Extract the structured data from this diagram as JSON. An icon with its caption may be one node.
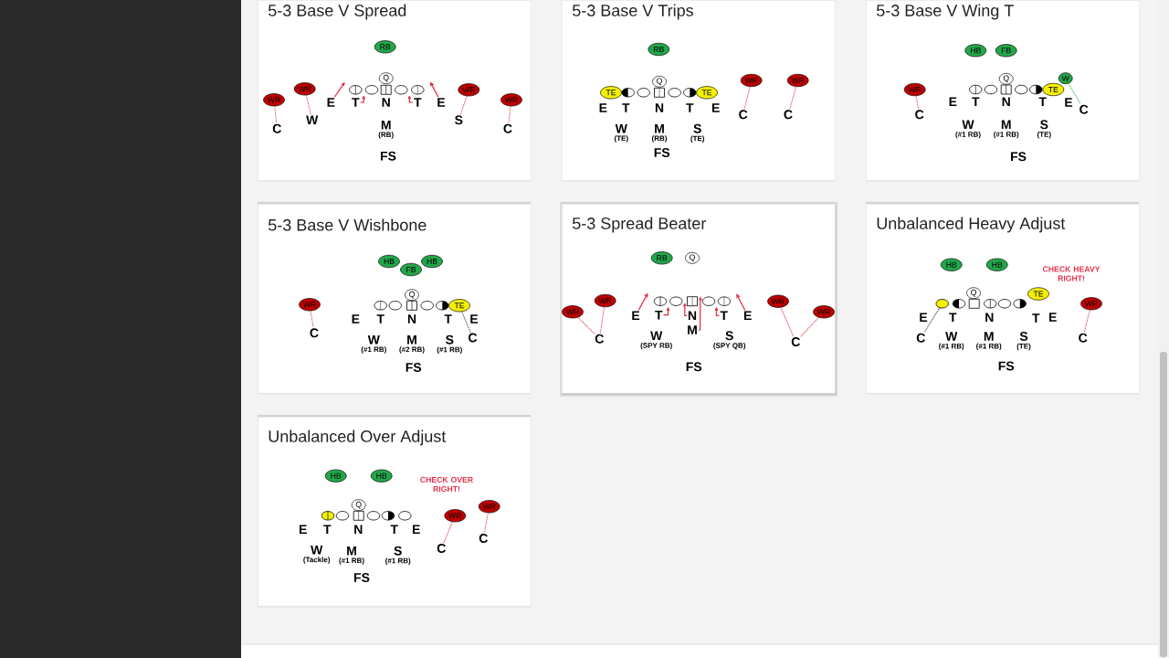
{
  "diagram": {
    "nodes": [
      {
        "text": [
          "5-3 Base V Spread"
        ]
      },
      {
        "text": [
          "RB"
        ],
        "in": 0
      },
      {
        "text": [
          "Q"
        ],
        "in": 0
      },
      {
        "text": [
          "WR"
        ],
        "in": 0
      },
      {
        "text": [
          "WR"
        ],
        "in": 0
      },
      {
        "text": [],
        "shape": "ellipse",
        "in": 0
      },
      {
        "text": [],
        "shape": "ellipse",
        "in": 0
      },
      {
        "text": [],
        "shape": "box",
        "in": 0
      },
      {
        "text": [],
        "shape": "ellipse",
        "in": 0
      },
      {
        "text": [],
        "shape": "ellipse",
        "in": 0
      },
      {
        "text": [
          "WR"
        ],
        "in": 0
      },
      {
        "text": [
          "WR"
        ],
        "in": 0
      },
      {
        "text": [
          "E"
        ],
        "in": 0
      },
      {
        "text": [
          "T"
        ],
        "in": 0
      },
      {
        "text": [
          "N"
        ],
        "in": 0
      },
      {
        "text": [
          "T"
        ],
        "in": 0
      },
      {
        "text": [
          "E"
        ],
        "in": 0
      },
      {
        "text": [
          "C"
        ],
        "in": 0
      },
      {
        "text": [
          "W"
        ],
        "in": 0
      },
      {
        "text": [
          "M"
        ],
        "beside": [
          "(RB)"
        ],
        "in": 0
      },
      {
        "text": [
          "S"
        ],
        "in": 0
      },
      {
        "text": [
          "C"
        ],
        "in": 0
      },
      {
        "text": [
          "FS"
        ],
        "in": 0
      },
      {
        "text": [
          "5-3 Base V Trips"
        ]
      },
      {
        "text": [
          "RB"
        ],
        "in": 23
      },
      {
        "text": [
          "Q"
        ],
        "in": 23
      },
      {
        "text": [
          "WR"
        ],
        "in": 23
      },
      {
        "text": [
          "WR"
        ],
        "in": 23
      },
      {
        "text": [
          "TE"
        ],
        "in": 23
      },
      {
        "text": [],
        "shape": "ellipse",
        "in": 23
      },
      {
        "text": [],
        "shape": "ellipse",
        "in": 23
      },
      {
        "text": [],
        "shape": "box",
        "in": 23
      },
      {
        "text": [],
        "shape": "ellipse",
        "in": 23
      },
      {
        "text": [],
        "shape": "ellipse",
        "in": 23
      },
      {
        "text": [
          "TE"
        ],
        "in": 23
      },
      {
        "text": [
          "E"
        ],
        "in": 23
      },
      {
        "text": [
          "T"
        ],
        "in": 23
      },
      {
        "text": [
          "N"
        ],
        "in": 23
      },
      {
        "text": [
          "T"
        ],
        "in": 23
      },
      {
        "text": [
          "E"
        ],
        "in": 23
      },
      {
        "text": [
          "C"
        ],
        "in": 23
      },
      {
        "text": [
          "C"
        ],
        "in": 23
      },
      {
        "text": [
          "W"
        ],
        "beside": [
          "(TE)"
        ],
        "in": 23
      },
      {
        "text": [
          "M"
        ],
        "beside": [
          "(RB)"
        ],
        "in": 23
      },
      {
        "text": [
          "S"
        ],
        "beside": [
          "(TE)"
        ],
        "in": 23
      },
      {
        "text": [
          "FS"
        ],
        "in": 23
      },
      {
        "text": [
          "5-3 Base V Wing T"
        ]
      },
      {
        "text": [
          "HB"
        ],
        "in": 46
      },
      {
        "text": [
          "FB"
        ],
        "in": 46
      },
      {
        "text": [
          "W"
        ],
        "in": 46
      },
      {
        "text": [
          "Q"
        ],
        "in": 46
      },
      {
        "text": [
          "WR"
        ],
        "in": 46
      },
      {
        "text": [],
        "shape": "ellipse",
        "in": 46
      },
      {
        "text": [],
        "shape": "ellipse",
        "in": 46
      },
      {
        "text": [],
        "shape": "box",
        "in": 46
      },
      {
        "text": [],
        "shape": "ellipse",
        "in": 46
      },
      {
        "text": [],
        "shape": "ellipse",
        "in": 46
      },
      {
        "text": [
          "TE"
        ],
        "in": 46
      },
      {
        "text": [
          "E"
        ],
        "in": 46
      },
      {
        "text": [
          "T"
        ],
        "in": 46
      },
      {
        "text": [
          "N"
        ],
        "in": 46
      },
      {
        "text": [
          "T"
        ],
        "in": 46
      },
      {
        "text": [
          "E"
        ],
        "in": 46
      },
      {
        "text": [
          "C"
        ],
        "in": 46
      },
      {
        "text": [
          "C"
        ],
        "in": 46
      },
      {
        "text": [
          "W"
        ],
        "beside": [
          "(#1 RB)"
        ],
        "in": 46
      },
      {
        "text": [
          "M"
        ],
        "beside": [
          "(#1 RB)"
        ],
        "in": 46
      },
      {
        "text": [
          "S"
        ],
        "beside": [
          "(TE)"
        ],
        "in": 46
      },
      {
        "text": [
          "FS"
        ],
        "in": 46
      },
      {
        "text": [
          "5-3 Base V Wishbone"
        ]
      },
      {
        "text": [
          "HB"
        ],
        "in": 69
      },
      {
        "text": [
          "HB"
        ],
        "in": 69
      },
      {
        "text": [
          "FB"
        ],
        "in": 69
      },
      {
        "text": [
          "Q"
        ],
        "in": 69
      },
      {
        "text": [
          "WR"
        ],
        "in": 69
      },
      {
        "text": [],
        "shape": "ellipse",
        "in": 69
      },
      {
        "text": [],
        "shape": "ellipse",
        "in": 69
      },
      {
        "text": [],
        "shape": "box",
        "in": 69
      },
      {
        "text": [],
        "shape": "ellipse",
        "in": 69
      },
      {
        "text": [],
        "shape": "ellipse",
        "in": 69
      },
      {
        "text": [
          "TE"
        ],
        "in": 69
      },
      {
        "text": [
          "E"
        ],
        "in": 69
      },
      {
        "text": [
          "T"
        ],
        "in": 69
      },
      {
        "text": [
          "N"
        ],
        "in": 69
      },
      {
        "text": [
          "T"
        ],
        "in": 69
      },
      {
        "text": [
          "E"
        ],
        "in": 69
      },
      {
        "text": [
          "C"
        ],
        "in": 69
      },
      {
        "text": [
          "C"
        ],
        "in": 69
      },
      {
        "text": [
          "W"
        ],
        "beside": [
          "(#1 RB)"
        ],
        "in": 69
      },
      {
        "text": [
          "M"
        ],
        "beside": [
          "(#2 RB)"
        ],
        "in": 69
      },
      {
        "text": [
          "S"
        ],
        "beside": [
          "(#1 RB)"
        ],
        "in": 69
      },
      {
        "text": [
          "FS"
        ],
        "in": 69
      },
      {
        "text": [
          "5-3 Spread Beater"
        ]
      },
      {
        "text": [
          "RB"
        ],
        "in": 92
      },
      {
        "text": [
          "Q"
        ],
        "in": 92
      },
      {
        "text": [
          "WR"
        ],
        "in": 92
      },
      {
        "text": [],
        "shape": "ellipse",
        "in": 92
      },
      {
        "text": [],
        "shape": "ellipse",
        "in": 92
      },
      {
        "text": [],
        "shape": "box",
        "in": 92
      },
      {
        "text": [],
        "shape": "ellipse",
        "in": 92
      },
      {
        "text": [],
        "shape": "ellipse",
        "in": 92
      },
      {
        "text": [
          "WR"
        ],
        "in": 92
      },
      {
        "text": [
          "WR"
        ],
        "in": 92
      },
      {
        "text": [
          "WR"
        ],
        "in": 92
      },
      {
        "text": [
          "E"
        ],
        "in": 92
      },
      {
        "text": [
          "T"
        ],
        "in": 92
      },
      {
        "text": [
          "N"
        ],
        "in": 92
      },
      {
        "text": [
          "T"
        ],
        "in": 92
      },
      {
        "text": [
          "E"
        ],
        "in": 92
      },
      {
        "text": [
          "M"
        ],
        "in": 92
      },
      {
        "text": [
          "W"
        ],
        "beside": [
          "(SPY RB)"
        ],
        "in": 92
      },
      {
        "text": [
          "S"
        ],
        "beside": [
          "(SPY QB)"
        ],
        "in": 92
      },
      {
        "text": [
          "C"
        ],
        "in": 92
      },
      {
        "text": [
          "C"
        ],
        "in": 92
      },
      {
        "text": [
          "FS"
        ],
        "in": 92
      },
      {
        "text": [
          "Unbalanced Heavy Adjust",
          "CHECK HEAVY RIGHT!"
        ]
      },
      {
        "text": [
          "HB"
        ],
        "in": 115
      },
      {
        "text": [
          "HB"
        ],
        "in": 115
      },
      {
        "text": [
          "Q"
        ],
        "in": 115
      },
      {
        "text": [
          "TE"
        ],
        "in": 115
      },
      {
        "text": [],
        "shape": "ellipse",
        "in": 115
      },
      {
        "text": [],
        "shape": "ellipse",
        "in": 115
      },
      {
        "text": [],
        "shape": "box",
        "in": 115
      },
      {
        "text": [],
        "shape": "ellipse",
        "in": 115
      },
      {
        "text": [],
        "shape": "ellipse",
        "in": 115
      },
      {
        "text": [],
        "shape": "ellipse",
        "in": 115
      },
      {
        "text": [
          "WR"
        ],
        "in": 115
      },
      {
        "text": [
          "E"
        ],
        "in": 115
      },
      {
        "text": [
          "T"
        ],
        "in": 115
      },
      {
        "text": [
          "N"
        ],
        "in": 115
      },
      {
        "text": [
          "T"
        ],
        "in": 115
      },
      {
        "text": [
          "E"
        ],
        "in": 115
      },
      {
        "text": [
          "C"
        ],
        "in": 115
      },
      {
        "text": [
          "W"
        ],
        "beside": [
          "(#1 RB)"
        ],
        "in": 115
      },
      {
        "text": [
          "M"
        ],
        "beside": [
          "(#1 RB)"
        ],
        "in": 115
      },
      {
        "text": [
          "S"
        ],
        "beside": [
          "(TE)"
        ],
        "in": 115
      },
      {
        "text": [
          "C"
        ],
        "in": 115
      },
      {
        "text": [
          "FS"
        ],
        "in": 115
      },
      {
        "text": [
          "Unbalanced Over Adjust",
          "CHECK OVER RIGHT!"
        ]
      },
      {
        "text": [
          "HB"
        ],
        "in": 138
      },
      {
        "text": [
          "HB"
        ],
        "in": 138
      },
      {
        "text": [
          "Q"
        ],
        "in": 138
      },
      {
        "text": [
          "WR"
        ],
        "in": 138
      },
      {
        "text": [],
        "shape": "ellipse",
        "in": 138
      },
      {
        "text": [],
        "shape": "ellipse",
        "in": 138
      },
      {
        "text": [],
        "shape": "box",
        "in": 138
      },
      {
        "text": [],
        "shape": "ellipse",
        "in": 138
      },
      {
        "text": [],
        "shape": "ellipse",
        "in": 138
      },
      {
        "text": [],
        "shape": "ellipse",
        "in": 138
      },
      {
        "text": [
          "WR"
        ],
        "in": 138
      },
      {
        "text": [
          "E"
        ],
        "in": 138
      },
      {
        "text": [
          "T"
        ],
        "in": 138
      },
      {
        "text": [
          "N"
        ],
        "in": 138
      },
      {
        "text": [
          "T"
        ],
        "in": 138
      },
      {
        "text": [
          "E"
        ],
        "in": 138
      },
      {
        "text": [
          "C"
        ],
        "in": 138
      },
      {
        "text": [
          "C"
        ],
        "in": 138
      },
      {
        "text": [
          "W"
        ],
        "beside": [
          "(Tackle)"
        ],
        "in": 138
      },
      {
        "text": [
          "M"
        ],
        "beside": [
          "(#1 RB)"
        ],
        "in": 138
      },
      {
        "text": [
          "S"
        ],
        "beside": [
          "(#1 RB)"
        ],
        "in": 138
      },
      {
        "text": [
          "FS"
        ],
        "in": 138
      }
    ],
    "edges": [
      {
        "from": 12,
        "to": null,
        "arrow": "to"
      },
      {
        "from": 16,
        "to": null,
        "arrow": "to"
      },
      {
        "from": 13,
        "to": null,
        "arrow": "to"
      },
      {
        "from": 15,
        "to": null,
        "arrow": "to"
      },
      {
        "from": 3,
        "to": 17,
        "arrow": "none",
        "style": "dashed"
      },
      {
        "from": 4,
        "to": 18,
        "arrow": "none",
        "style": "dashed"
      },
      {
        "from": 10,
        "to": 20,
        "arrow": "none",
        "style": "dashed"
      },
      {
        "from": 11,
        "to": 21,
        "arrow": "none",
        "style": "dashed"
      },
      {
        "from": 26,
        "to": 40,
        "arrow": "none",
        "style": "dashed"
      },
      {
        "from": 27,
        "to": 41,
        "arrow": "none",
        "style": "dashed"
      },
      {
        "from": 51,
        "to": 64,
        "arrow": "none",
        "style": "dashed"
      },
      {
        "from": 49,
        "to": 63,
        "arrow": "none",
        "style": "dashed",
        "color": "#2ea84f"
      },
      {
        "from": 74,
        "to": 86,
        "arrow": "none",
        "style": "dashed"
      },
      {
        "from": 80,
        "to": 87,
        "arrow": "none",
        "style": "dashed",
        "color": "#333333"
      },
      {
        "from": 102,
        "to": 112,
        "arrow": "none",
        "style": "dashed"
      },
      {
        "from": 95,
        "to": 112,
        "arrow": "none",
        "style": "dashed"
      },
      {
        "from": 101,
        "to": 113,
        "arrow": "none",
        "style": "dashed"
      },
      {
        "from": 103,
        "to": 113,
        "arrow": "none",
        "style": "dashed"
      },
      {
        "from": 104,
        "to": null,
        "arrow": "to"
      },
      {
        "from": 108,
        "to": null,
        "arrow": "to"
      },
      {
        "from": 105,
        "to": null,
        "arrow": "to"
      },
      {
        "from": 106,
        "to": null,
        "arrow": "to"
      },
      {
        "from": 107,
        "to": null,
        "arrow": "to"
      },
      {
        "from": 109,
        "to": 98,
        "arrow": "to"
      },
      {
        "from": 120,
        "to": 132,
        "arrow": "none",
        "style": "dashed",
        "color": "#333333"
      },
      {
        "from": 126,
        "to": 136,
        "arrow": "none",
        "style": "dashed"
      },
      {
        "from": 149,
        "to": 156,
        "arrow": "none",
        "style": "dashed"
      },
      {
        "from": 142,
        "to": 155,
        "arrow": "none",
        "style": "dashed"
      }
    ]
  }
}
